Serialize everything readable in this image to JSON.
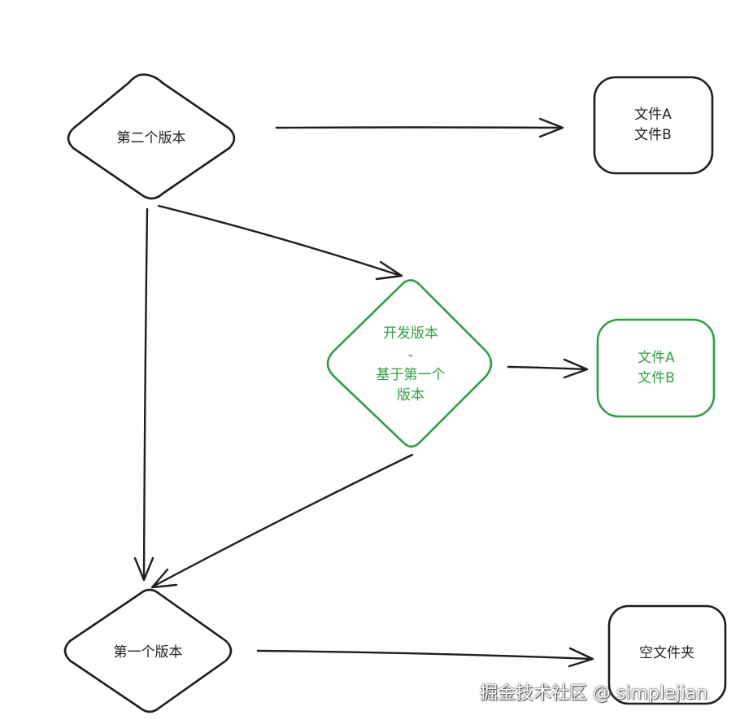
{
  "nodes": {
    "second_version": {
      "label": "第二个版本"
    },
    "second_files": {
      "lines": [
        "文件A",
        "文件B"
      ]
    },
    "dev_version": {
      "lines": [
        "开发版本",
        "-",
        "基于第一个",
        "版本"
      ]
    },
    "dev_files": {
      "lines": [
        "文件A",
        "文件B"
      ]
    },
    "first_version": {
      "label": "第一个版本"
    },
    "empty_folder": {
      "label": "空文件夹"
    }
  },
  "watermark": "掘金技术社区 @ simplejian",
  "colors": {
    "stroke": "#1e1e1e",
    "accent": "#2f9e44"
  }
}
